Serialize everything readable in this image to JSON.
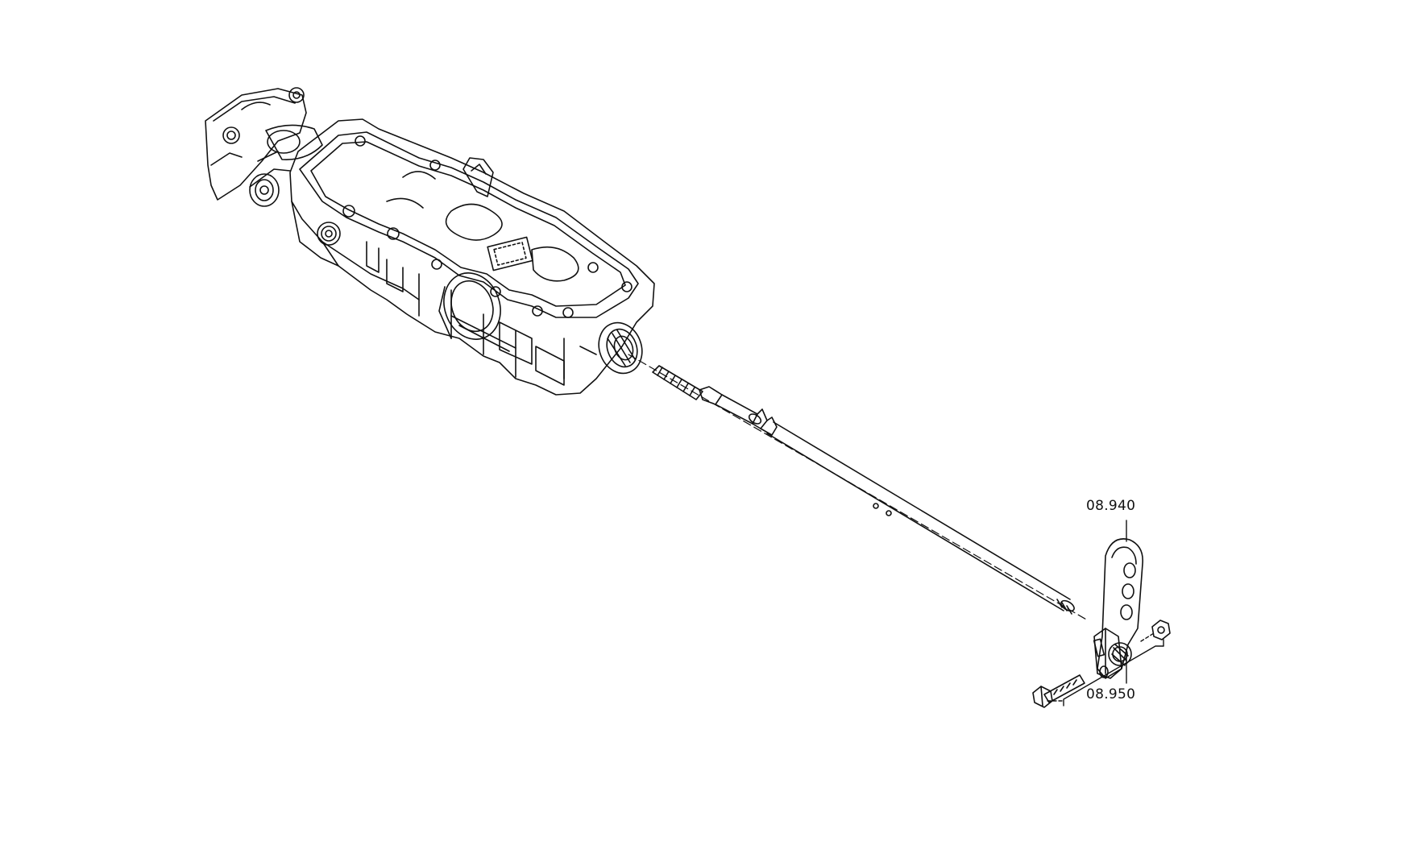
{
  "diagram": {
    "callouts": [
      {
        "id": "08940",
        "text": "08.940"
      },
      {
        "id": "08950",
        "text": "08.950"
      }
    ],
    "colors": {
      "line": "#111111",
      "background": "#ffffff"
    }
  }
}
